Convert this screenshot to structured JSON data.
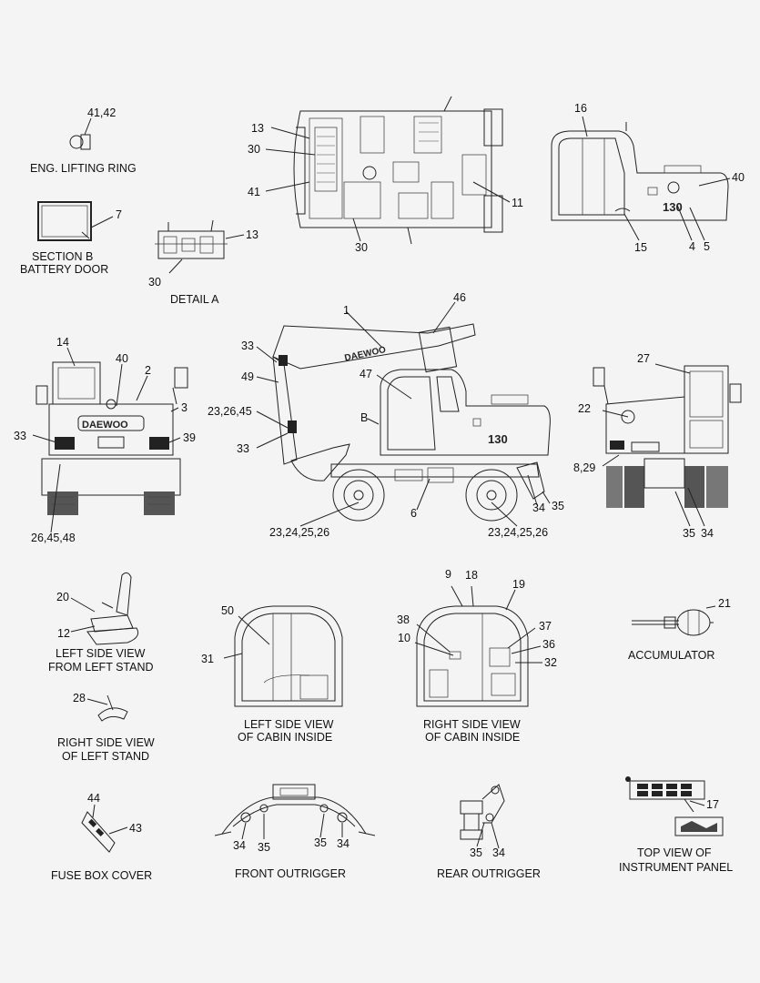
{
  "captions": {
    "lifting_ring": "ENG. LIFTING RING",
    "section_b_1": "SECTION  B",
    "section_b_2": "BATTERY DOOR",
    "detail_a": "DETAIL  A",
    "left_side_view_1": "LEFT SIDE VIEW",
    "left_side_view_2": "FROM LEFT STAND",
    "right_side_view_1": "RIGHT SIDE VIEW",
    "right_side_view_2": "OF LEFT STAND",
    "accumulator": "ACCUMULATOR",
    "left_cabin_1": "LEFT SIDE VIEW",
    "left_cabin_2": "OF CABIN INSIDE",
    "right_cabin_1": "RIGHT SIDE VIEW",
    "right_cabin_2": "OF CABIN INSIDE",
    "fuse_box": "FUSE BOX COVER",
    "front_outrigger": "FRONT OUTRIGGER",
    "rear_outrigger": "REAR OUTRIGGER",
    "instrument_1": "TOP VIEW OF",
    "instrument_2": "INSTRUMENT PANEL"
  },
  "callouts": {
    "c4142": "41,42",
    "c7": "7",
    "c13a": "13",
    "c30a": "30",
    "c41": "41",
    "c30b": "30",
    "c11": "11",
    "c13b": "13",
    "c30c": "30",
    "c16": "16",
    "c40a": "40",
    "c15": "15",
    "c4": "4",
    "c5": "5",
    "c14": "14",
    "c40b": "40",
    "c2": "2",
    "c3": "3",
    "c33a": "33",
    "c39": "39",
    "c264548": "26,45,48",
    "c1": "1",
    "c46": "46",
    "c33b": "33",
    "c49": "49",
    "c47": "47",
    "c232645": "23,26,45",
    "cB": "B",
    "c33c": "33",
    "c6": "6",
    "c23a": "23,24,25,26",
    "c23b": "23,24,25,26",
    "c34a": "34",
    "c35a": "35",
    "c27": "27",
    "c22": "22",
    "c829": "8,29",
    "c35b": "35",
    "c34b": "34",
    "c20": "20",
    "c12": "12",
    "c50": "50",
    "c31": "31",
    "c9": "9",
    "c18": "18",
    "c19": "19",
    "c38": "38",
    "c37": "37",
    "c10": "10",
    "c36": "36",
    "c32": "32",
    "c21": "21",
    "c28": "28",
    "c44": "44",
    "c43": "43",
    "c34c": "34",
    "c35c": "35",
    "c35d": "35",
    "c34d": "34",
    "c35e": "35",
    "c34e": "34",
    "c17": "17"
  },
  "decals": {
    "brand": "DAEWOO",
    "model": "130"
  },
  "colors": {
    "background": "#f4f4f4",
    "ink": "#222222"
  }
}
